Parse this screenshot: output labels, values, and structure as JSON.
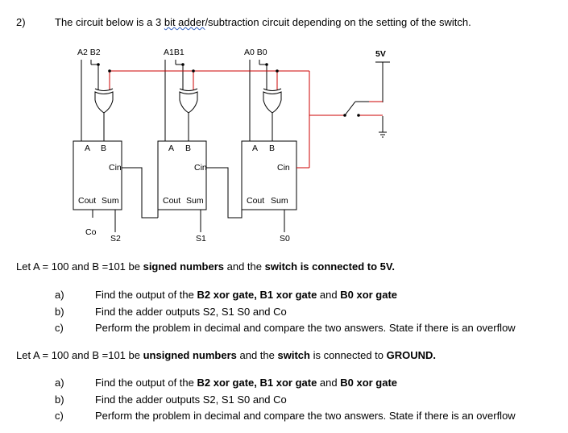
{
  "question": {
    "number": "2)",
    "intro_before": "The circuit below is a 3 ",
    "intro_flagged": "bit  adder",
    "intro_after": "/subtraction circuit depending on the setting of the switch."
  },
  "circuit": {
    "supply_label": "5V",
    "top_labels": [
      "A2 B2",
      "A1B1",
      "A0 B0"
    ],
    "adders": [
      {
        "a": "A",
        "b": "B",
        "cin": "Cin",
        "cout": "Cout",
        "sum": "Sum",
        "out": "S2"
      },
      {
        "a": "A",
        "b": "B",
        "cin": "Cin",
        "cout": "Cout",
        "sum": "Sum",
        "out": "S1"
      },
      {
        "a": "A",
        "b": "B",
        "cin": "Cin",
        "cout": "Cout",
        "sum": "Sum",
        "out": "S0"
      }
    ],
    "carry_out_label": "Co",
    "colors": {
      "wire": "#000000",
      "red_wire": "#cc0000",
      "gate_outline": "#000000"
    }
  },
  "part1": {
    "stmt_a": "Let A = 100 and B =101 be ",
    "stmt_b": "signed numbers",
    "stmt_c": " and the ",
    "stmt_d": "switch is connected to 5V.",
    "items": [
      {
        "label": "a)",
        "t1": "Find the output of the ",
        "t2": "B2 xor gate, B1 xor gate",
        "t3": " and ",
        "t4": "B0 xor gate"
      },
      {
        "label": "b)",
        "t1": "Find the adder outputs S2, S1 S0 and Co"
      },
      {
        "label": "c)",
        "t1": "Perform the problem in decimal and compare the two answers.  State if there is an overflow"
      }
    ]
  },
  "part2": {
    "stmt_a": "Let A = 100 and B =101 be ",
    "stmt_b": "unsigned numbers",
    "stmt_c": " and the ",
    "stmt_d": "switch",
    "stmt_e": " is connected to ",
    "stmt_f": "GROUND.",
    "items": [
      {
        "label": "a)",
        "t1": "Find the output of the ",
        "t2": "B2 xor gate, B1 xor gate",
        "t3": " and ",
        "t4": "B0 xor gate"
      },
      {
        "label": "b)",
        "t1": "Find the adder outputs S2, S1 S0 and Co"
      },
      {
        "label": "c)",
        "t1": "Perform the problem in decimal and compare the two answers.  State if there is an overflow"
      }
    ]
  }
}
